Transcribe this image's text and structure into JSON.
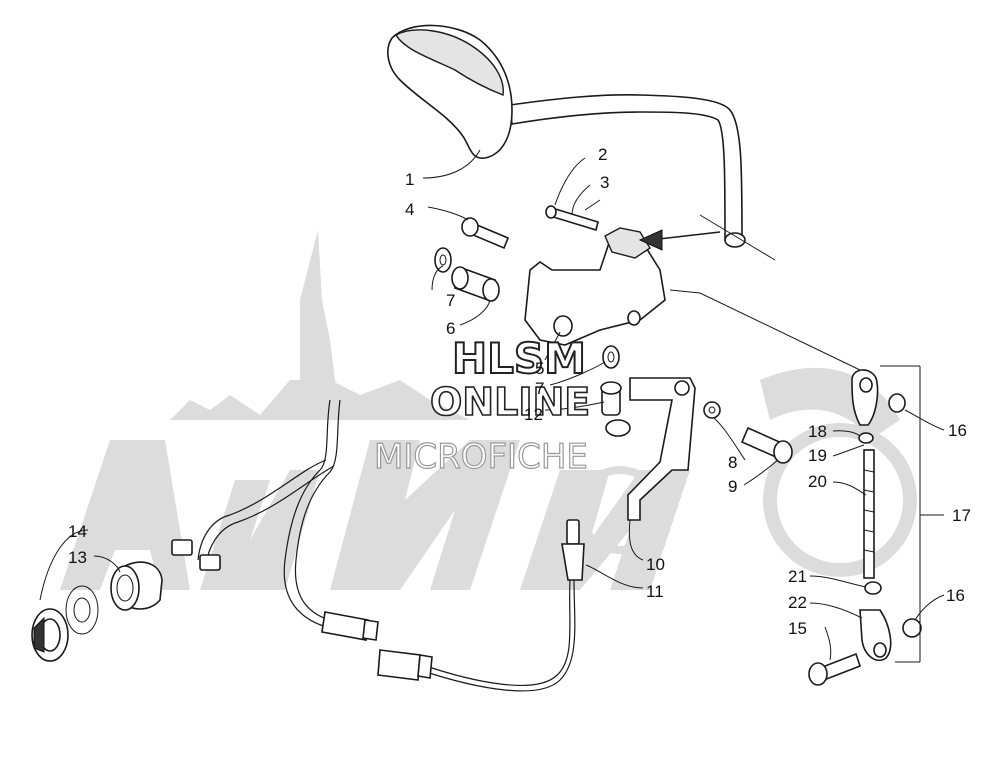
{
  "watermark": {
    "line1": "HLSM",
    "line2": "ONLINE",
    "line3": "MICROFICHE",
    "brand": "ArcticCat"
  },
  "callouts": [
    {
      "id": "c1",
      "label": "1"
    },
    {
      "id": "c2",
      "label": "2"
    },
    {
      "id": "c3",
      "label": "3"
    },
    {
      "id": "c4",
      "label": "4"
    },
    {
      "id": "c7a",
      "label": "7"
    },
    {
      "id": "c6",
      "label": "6"
    },
    {
      "id": "c5",
      "label": "5"
    },
    {
      "id": "c7b",
      "label": "7"
    },
    {
      "id": "c12",
      "label": "12"
    },
    {
      "id": "c8",
      "label": "8"
    },
    {
      "id": "c9",
      "label": "9"
    },
    {
      "id": "c10",
      "label": "10"
    },
    {
      "id": "c11",
      "label": "11"
    },
    {
      "id": "c14",
      "label": "14"
    },
    {
      "id": "c13",
      "label": "13"
    },
    {
      "id": "c18",
      "label": "18"
    },
    {
      "id": "c19",
      "label": "19"
    },
    {
      "id": "c20",
      "label": "20"
    },
    {
      "id": "c16a",
      "label": "16"
    },
    {
      "id": "c17",
      "label": "17"
    },
    {
      "id": "c21",
      "label": "21"
    },
    {
      "id": "c22",
      "label": "22"
    },
    {
      "id": "c15",
      "label": "15"
    },
    {
      "id": "c16b",
      "label": "16"
    }
  ]
}
